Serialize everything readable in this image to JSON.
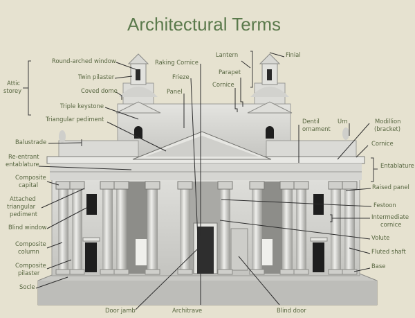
{
  "title": "Architectural Terms",
  "labels": {
    "round_arched_window": "Round-arched window",
    "twin_pilaster": "Twin pilaster",
    "coved_dome": "Coved dome",
    "triple_keystone": "Triple keystone",
    "triangular_pediment": "Triangular pediment",
    "attic_storey": [
      "Attic",
      "storey"
    ],
    "balustrade": "Balustrade",
    "re_entrant_entablature": [
      "Re-entrant",
      "entablature"
    ],
    "composite_capital": [
      "Composite",
      "capital"
    ],
    "attached_triangular_pediment": [
      "Attached",
      "triangular",
      "pediment"
    ],
    "blind_window": "Blind window",
    "composite_column": [
      "Composite",
      "column"
    ],
    "composite_pilaster": [
      "Composite",
      "pilaster"
    ],
    "socle": "Socle",
    "door_jamb": "Door jamb",
    "architrave": "Architrave",
    "blind_door": "Blind door",
    "raking_cornice": "Raking Cornice",
    "frieze": "Frieze",
    "panel": "Panel",
    "lantern": "Lantern",
    "parapet": "Parapet",
    "cornice_top": "Cornice",
    "finial": "Finial",
    "dentil_ornament": [
      "Dentil",
      "ornament"
    ],
    "urn": "Urn",
    "modillion": [
      "Modillion",
      "(bracket)"
    ],
    "cornice_right": "Cornice",
    "entablature": "Entablature",
    "raised_panel": "Raised panel",
    "festoon": "Festoon",
    "intermediate_cornice": [
      "Intermediate",
      "cornice"
    ],
    "volute": "Volute",
    "fluted_shaft": "Fluted shaft",
    "base": "Base"
  },
  "colors": {
    "background": "#e6e2d0",
    "title": "#5b7a4c",
    "label": "#56653f"
  }
}
